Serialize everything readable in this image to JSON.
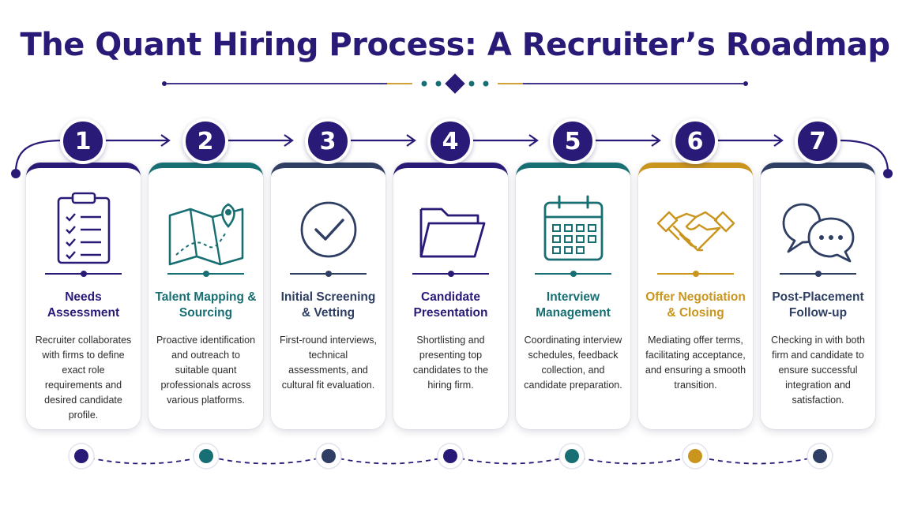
{
  "title": "The Quant Hiring Process: A Recruiter’s Roadmap",
  "colors": {
    "navy": "#2a1a78",
    "teal": "#186f73",
    "slate": "#2e3f63",
    "gold": "#c9951d",
    "text": "#2b2b2b"
  },
  "steps": [
    {
      "number": "1",
      "title": "Needs Assessment",
      "description": "Recruiter collaborates with firms to define exact role requirements and desired candidate profile.",
      "icon": "clipboard-checklist-icon",
      "accent": "#2a1a78"
    },
    {
      "number": "2",
      "title": "Talent Mapping & Sourcing",
      "description": "Proactive identification and outreach to suitable quant professionals across various platforms.",
      "icon": "map-pin-icon",
      "accent": "#186f73"
    },
    {
      "number": "3",
      "title": "Initial Screening & Vetting",
      "description": "First-round interviews, technical assessments, and cultural fit evaluation.",
      "icon": "checkmark-circle-icon",
      "accent": "#2e3f63"
    },
    {
      "number": "4",
      "title": "Candidate Presentation",
      "description": "Shortlisting and presenting top candidates to the hiring firm.",
      "icon": "folder-icon",
      "accent": "#2a1a78"
    },
    {
      "number": "5",
      "title": "Interview Management",
      "description": "Coordinating interview schedules, feedback collection, and candidate preparation.",
      "icon": "calendar-icon",
      "accent": "#186f73"
    },
    {
      "number": "6",
      "title": "Offer Negotiation & Closing",
      "description": "Mediating offer terms, facilitating acceptance, and ensuring a smooth transition.",
      "icon": "handshake-icon",
      "accent": "#c9951d"
    },
    {
      "number": "7",
      "title": "Post-Placement Follow-up",
      "description": "Checking in with both firm and candidate to ensure successful integration and satisfaction.",
      "icon": "chat-bubbles-icon",
      "accent": "#2e3f63"
    }
  ]
}
